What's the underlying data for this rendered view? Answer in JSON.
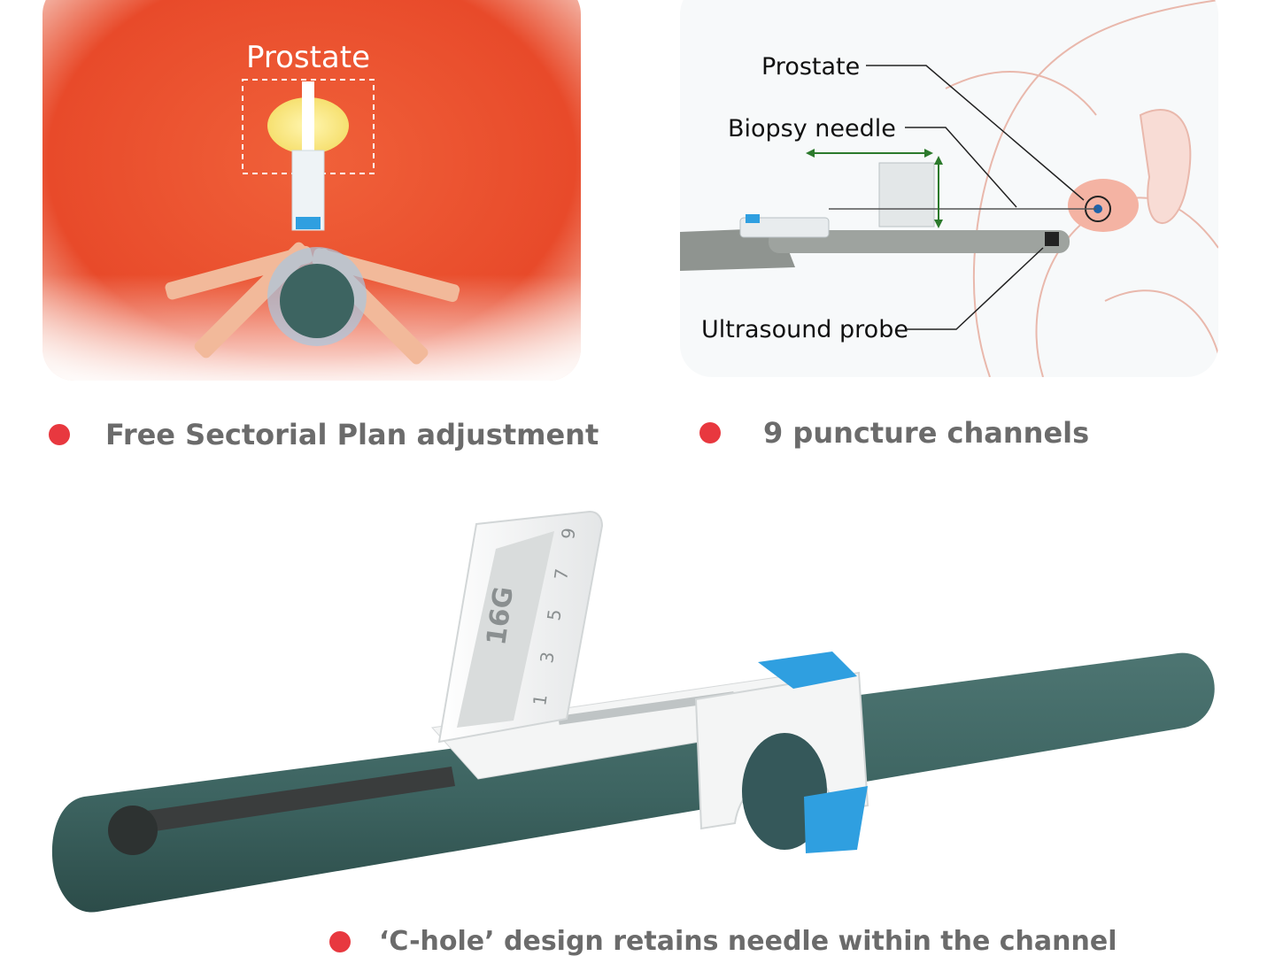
{
  "left_panel": {
    "label": "Prostate",
    "background_color": "#e84a2a"
  },
  "right_panel": {
    "labels": {
      "prostate": "Prostate",
      "biopsy_needle": "Biopsy needle",
      "ultrasound_probe": "Ultrasound probe"
    }
  },
  "features": [
    {
      "text": "Free Sectorial Plan adjustment"
    },
    {
      "text": "9 puncture channels"
    },
    {
      "text": "‘C-hole’ design retains needle within the channel"
    }
  ],
  "device": {
    "gauge": "16G",
    "scale_numbers": [
      "9",
      "7",
      "5",
      "3",
      "1"
    ],
    "probe_color": "#3d6461",
    "clip_color": "#2f9fe0"
  },
  "colors": {
    "bullet": "#e8383f",
    "feature_text": "#6b6b6b",
    "accent_red": "#e84a2a",
    "prostate_yellow": "#f6e070"
  }
}
